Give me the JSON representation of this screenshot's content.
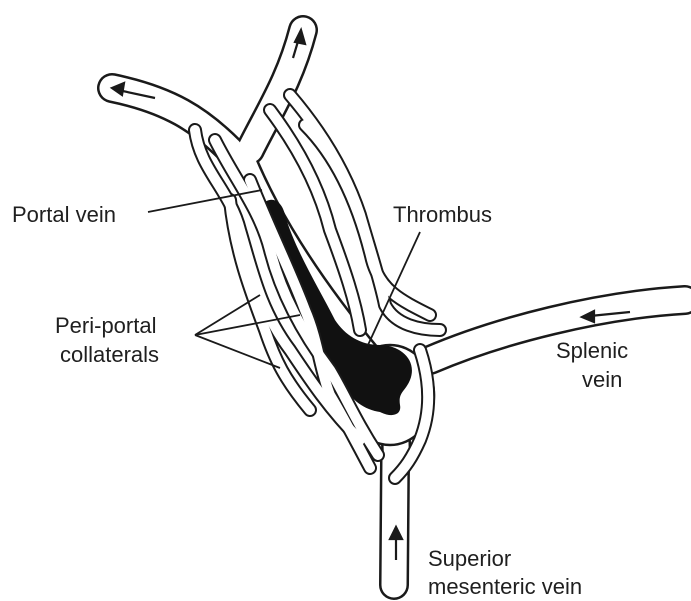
{
  "labels": {
    "portal_vein": "Portal vein",
    "thrombus": "Thrombus",
    "peri_portal_line1": "Peri-portal",
    "peri_portal_line2": "collaterals",
    "splenic_line1": "Splenic",
    "splenic_line2": "vein",
    "smv_line1": "Superior",
    "smv_line2": "mesenteric vein"
  },
  "colors": {
    "ink": "#1a1a1a",
    "thrombus_fill": "#111111",
    "background": "#ffffff"
  }
}
